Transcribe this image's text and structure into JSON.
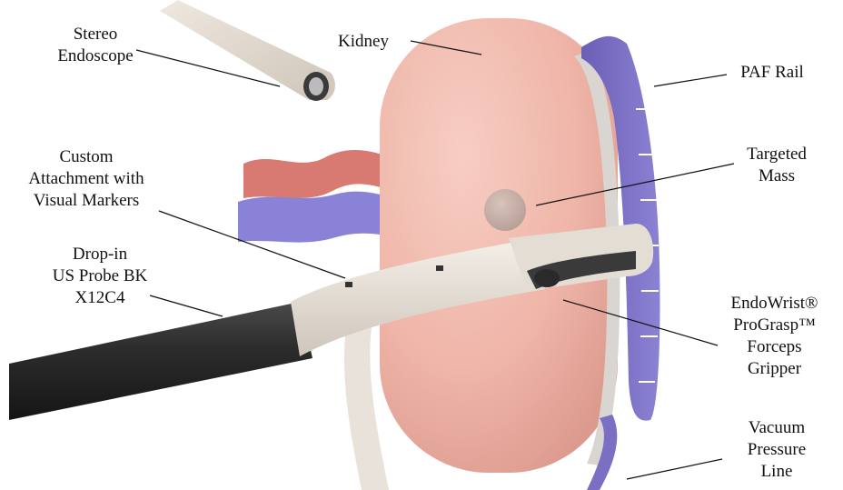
{
  "labels": {
    "stereo_endoscope": [
      "Stereo",
      "Endoscope"
    ],
    "kidney": "Kidney",
    "paf_rail": "PAF Rail",
    "custom_attachment": [
      "Custom",
      "Attachment with",
      "Visual Markers"
    ],
    "targeted_mass": [
      "Targeted",
      "Mass"
    ],
    "drop_in_probe": [
      "Drop-in",
      "US Probe BK",
      "X12C4"
    ],
    "forceps": [
      "EndoWrist®",
      "ProGrasp™",
      "Forceps",
      "Gripper"
    ],
    "vacuum_line": [
      "Vacuum",
      "Pressure",
      "Line"
    ]
  },
  "colors": {
    "kidney": "#f2b8ad",
    "rail": "#7a6fc2",
    "artery": "#d97a72",
    "vein": "#8a82d6",
    "probe_shaft": "#2b2b2b",
    "attachment": "#e9e3db",
    "endoscope": "#e7dfd5",
    "mass": "#c9b3aa",
    "leader": "#111111"
  }
}
